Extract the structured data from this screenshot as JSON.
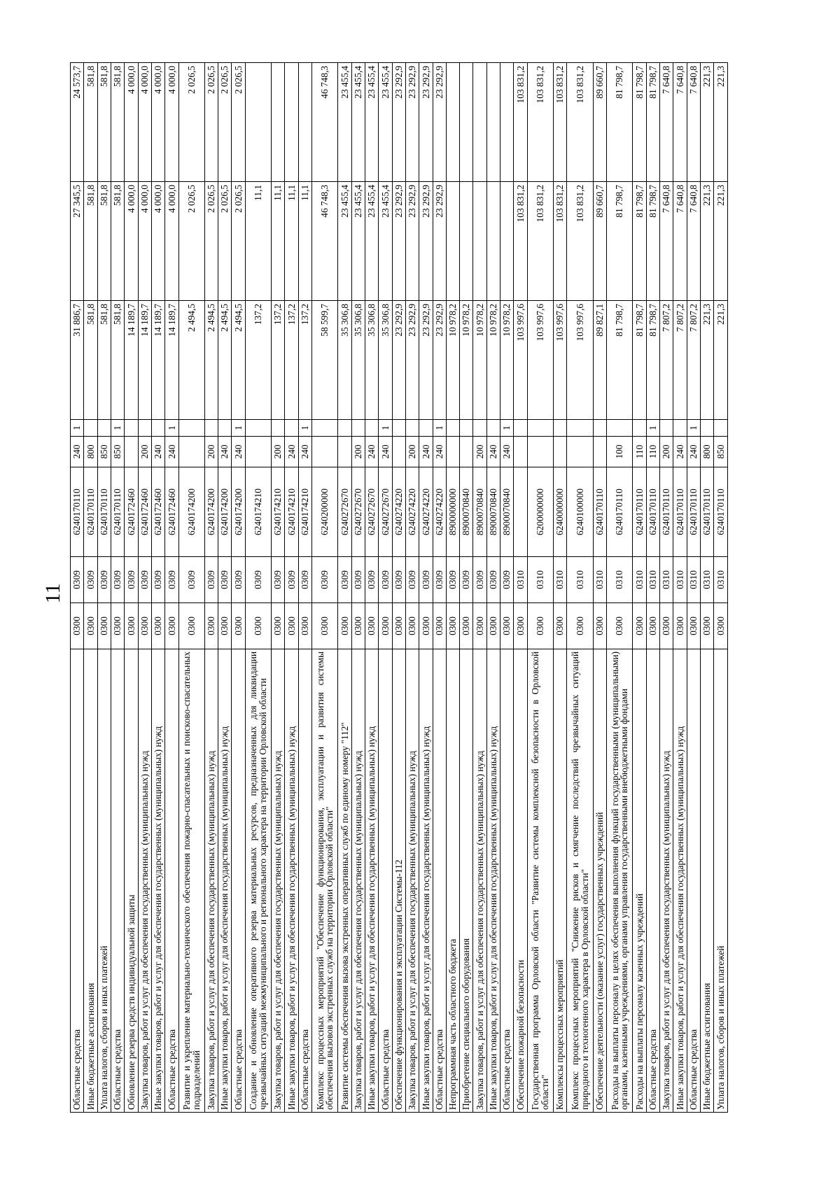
{
  "page_number": "11",
  "rows": [
    {
      "name": "Областные средства",
      "sec": "0300",
      "sub": "0309",
      "csr": "6240170110",
      "vr": "240",
      "mark": "1",
      "v1": "31 886,7",
      "v2": "27 345,5",
      "v3": "24 573,7"
    },
    {
      "name": "Иные бюджетные ассигнования",
      "sec": "0300",
      "sub": "0309",
      "csr": "6240170110",
      "vr": "800",
      "mark": "",
      "v1": "581,8",
      "v2": "581,8",
      "v3": "581,8"
    },
    {
      "name": "Уплата налогов, сборов и иных платежей",
      "sec": "0300",
      "sub": "0309",
      "csr": "6240170110",
      "vr": "850",
      "mark": "",
      "v1": "581,8",
      "v2": "581,8",
      "v3": "581,8"
    },
    {
      "name": "Областные средства",
      "sec": "0300",
      "sub": "0309",
      "csr": "6240170110",
      "vr": "850",
      "mark": "1",
      "v1": "581,8",
      "v2": "581,8",
      "v3": "581,8"
    },
    {
      "name": "Обновление резерва средств индивидуальной защиты",
      "sec": "0300",
      "sub": "0309",
      "csr": "6240172460",
      "vr": "",
      "mark": "",
      "v1": "14 189,7",
      "v2": "4 000,0",
      "v3": "4 000,0"
    },
    {
      "name": "Закупка товаров, работ и услуг для обеспечения государственных (муниципальных) нужд",
      "sec": "0300",
      "sub": "0309",
      "csr": "6240172460",
      "vr": "200",
      "mark": "",
      "v1": "14 189,7",
      "v2": "4 000,0",
      "v3": "4 000,0"
    },
    {
      "name": "Иные закупки товаров, работ и услуг для обеспечения государственных (муниципальных) нужд",
      "sec": "0300",
      "sub": "0309",
      "csr": "6240172460",
      "vr": "240",
      "mark": "",
      "v1": "14 189,7",
      "v2": "4 000,0",
      "v3": "4 000,0"
    },
    {
      "name": "Областные средства",
      "sec": "0300",
      "sub": "0309",
      "csr": "6240172460",
      "vr": "240",
      "mark": "1",
      "v1": "14 189,7",
      "v2": "4 000,0",
      "v3": "4 000,0"
    },
    {
      "name": "Развитие и укрепление материально-технического обеспечения пожарно-спасательных и поисково-спасательных подразделений",
      "sec": "0300",
      "sub": "0309",
      "csr": "6240174200",
      "vr": "",
      "mark": "",
      "v1": "2 494,5",
      "v2": "2 026,5",
      "v3": "2 026,5"
    },
    {
      "name": "Закупка товаров, работ и услуг для обеспечения государственных (муниципальных) нужд",
      "sec": "0300",
      "sub": "0309",
      "csr": "6240174200",
      "vr": "200",
      "mark": "",
      "v1": "2 494,5",
      "v2": "2 026,5",
      "v3": "2 026,5"
    },
    {
      "name": "Иные закупки товаров, работ и услуг для обеспечения государственных (муниципальных) нужд",
      "sec": "0300",
      "sub": "0309",
      "csr": "6240174200",
      "vr": "240",
      "mark": "",
      "v1": "2 494,5",
      "v2": "2 026,5",
      "v3": "2 026,5"
    },
    {
      "name": "Областные средства",
      "sec": "0300",
      "sub": "0309",
      "csr": "6240174200",
      "vr": "240",
      "mark": "1",
      "v1": "2 494,5",
      "v2": "2 026,5",
      "v3": "2 026,5"
    },
    {
      "name": "Создание и обновление оперативного резерва материальных ресурсов, предназначенных для ликвидации чрезвычайных ситуаций межмуниципального и регионального характера на территории Орловской области",
      "sec": "0300",
      "sub": "0309",
      "csr": "6240174210",
      "vr": "",
      "mark": "",
      "v1": "137,2",
      "v2": "11,1",
      "v3": ""
    },
    {
      "name": "Закупка товаров, работ и услуг для обеспечения государственных (муниципальных) нужд",
      "sec": "0300",
      "sub": "0309",
      "csr": "6240174210",
      "vr": "200",
      "mark": "",
      "v1": "137,2",
      "v2": "11,1",
      "v3": ""
    },
    {
      "name": "Иные закупки товаров, работ и услуг для обеспечения государственных (муниципальных) нужд",
      "sec": "0300",
      "sub": "0309",
      "csr": "6240174210",
      "vr": "240",
      "mark": "",
      "v1": "137,2",
      "v2": "11,1",
      "v3": ""
    },
    {
      "name": "Областные средства",
      "sec": "0300",
      "sub": "0309",
      "csr": "6240174210",
      "vr": "240",
      "mark": "1",
      "v1": "137,2",
      "v2": "11,1",
      "v3": ""
    },
    {
      "name": "Комплекс процессных мероприятий \"Обеспечение функционирования, эксплуатации и развития системы обеспечения вызовов экстренных служб на территории Орловской области\"",
      "sec": "0300",
      "sub": "0309",
      "csr": "6240200000",
      "vr": "",
      "mark": "",
      "v1": "58 599,7",
      "v2": "46 748,3",
      "v3": "46 748,3"
    },
    {
      "name": "Развитие системы обеспечения вызова экстренных оперативных служб по единому номеру \"112\"",
      "sec": "0300",
      "sub": "0309",
      "csr": "6240272670",
      "vr": "",
      "mark": "",
      "v1": "35 306,8",
      "v2": "23 455,4",
      "v3": "23 455,4"
    },
    {
      "name": "Закупка товаров, работ и услуг для обеспечения государственных (муниципальных) нужд",
      "sec": "0300",
      "sub": "0309",
      "csr": "6240272670",
      "vr": "200",
      "mark": "",
      "v1": "35 306,8",
      "v2": "23 455,4",
      "v3": "23 455,4"
    },
    {
      "name": "Иные закупки товаров, работ и услуг для обеспечения государственных (муниципальных) нужд",
      "sec": "0300",
      "sub": "0309",
      "csr": "6240272670",
      "vr": "240",
      "mark": "",
      "v1": "35 306,8",
      "v2": "23 455,4",
      "v3": "23 455,4"
    },
    {
      "name": "Областные средства",
      "sec": "0300",
      "sub": "0309",
      "csr": "6240272670",
      "vr": "240",
      "mark": "1",
      "v1": "35 306,8",
      "v2": "23 455,4",
      "v3": "23 455,4"
    },
    {
      "name": "Обеспечение функционирования и эксплуатации Системы-112",
      "sec": "0300",
      "sub": "0309",
      "csr": "6240274220",
      "vr": "",
      "mark": "",
      "v1": "23 292,9",
      "v2": "23 292,9",
      "v3": "23 292,9"
    },
    {
      "name": "Закупка товаров, работ и услуг для обеспечения государственных (муниципальных) нужд",
      "sec": "0300",
      "sub": "0309",
      "csr": "6240274220",
      "vr": "200",
      "mark": "",
      "v1": "23 292,9",
      "v2": "23 292,9",
      "v3": "23 292,9"
    },
    {
      "name": "Иные закупки товаров, работ и услуг для обеспечения государственных (муниципальных) нужд",
      "sec": "0300",
      "sub": "0309",
      "csr": "6240274220",
      "vr": "240",
      "mark": "",
      "v1": "23 292,9",
      "v2": "23 292,9",
      "v3": "23 292,9"
    },
    {
      "name": "Областные средства",
      "sec": "0300",
      "sub": "0309",
      "csr": "6240274220",
      "vr": "240",
      "mark": "1",
      "v1": "23 292,9",
      "v2": "23 292,9",
      "v3": "23 292,9"
    },
    {
      "name": "Непрограммная часть областного бюджета",
      "sec": "0300",
      "sub": "0309",
      "csr": "8900000000",
      "vr": "",
      "mark": "",
      "v1": "10 978,2",
      "v2": "",
      "v3": ""
    },
    {
      "name": "Приобретение специального оборудования",
      "sec": "0300",
      "sub": "0309",
      "csr": "8900070840",
      "vr": "",
      "mark": "",
      "v1": "10 978,2",
      "v2": "",
      "v3": ""
    },
    {
      "name": "Закупка товаров, работ и услуг для обеспечения государственных (муниципальных) нужд",
      "sec": "0300",
      "sub": "0309",
      "csr": "8900070840",
      "vr": "200",
      "mark": "",
      "v1": "10 978,2",
      "v2": "",
      "v3": ""
    },
    {
      "name": "Иные закупки товаров, работ и услуг для обеспечения государственных (муниципальных) нужд",
      "sec": "0300",
      "sub": "0309",
      "csr": "8900070840",
      "vr": "240",
      "mark": "",
      "v1": "10 978,2",
      "v2": "",
      "v3": ""
    },
    {
      "name": "Областные средства",
      "sec": "0300",
      "sub": "0309",
      "csr": "8900070840",
      "vr": "240",
      "mark": "1",
      "v1": "10 978,2",
      "v2": "",
      "v3": ""
    },
    {
      "name": "Обеспечение пожарной безопасности",
      "sec": "0300",
      "sub": "0310",
      "csr": "",
      "vr": "",
      "mark": "",
      "v1": "103 997,6",
      "v2": "103 831,2",
      "v3": "103 831,2"
    },
    {
      "name": "Государственная программа Орловской области \"Развитие системы комплексной безопасности в Орловской области\"",
      "sec": "0300",
      "sub": "0310",
      "csr": "6200000000",
      "vr": "",
      "mark": "",
      "v1": "103 997,6",
      "v2": "103 831,2",
      "v3": "103 831,2"
    },
    {
      "name": "Комплексы процессных мероприятий",
      "sec": "0300",
      "sub": "0310",
      "csr": "6240000000",
      "vr": "",
      "mark": "",
      "v1": "103 997,6",
      "v2": "103 831,2",
      "v3": "103 831,2"
    },
    {
      "name": "Комплекс процессных мероприятий \"Снижение рисков и смягчение последствий чрезвычайных ситуаций природного и техногенного характера в Орловской области\"",
      "sec": "0300",
      "sub": "0310",
      "csr": "6240100000",
      "vr": "",
      "mark": "",
      "v1": "103 997,6",
      "v2": "103 831,2",
      "v3": "103 831,2"
    },
    {
      "name": "Обеспечение деятельности (оказание услуг) государственных учреждений",
      "sec": "0300",
      "sub": "0310",
      "csr": "6240170110",
      "vr": "",
      "mark": "",
      "v1": "89 827,1",
      "v2": "89 660,7",
      "v3": "89 660,7"
    },
    {
      "name": "Расходы на выплаты персоналу в целях обеспечения выполнения функций государственными (муниципальными) органами, казенными учреждениями, органами управления государственными внебюджетными фондами",
      "sec": "0300",
      "sub": "0310",
      "csr": "6240170110",
      "vr": "100",
      "mark": "",
      "v1": "81 798,7",
      "v2": "81 798,7",
      "v3": "81 798,7"
    },
    {
      "name": "Расходы на выплаты персоналу казенных учреждений",
      "sec": "0300",
      "sub": "0310",
      "csr": "6240170110",
      "vr": "110",
      "mark": "",
      "v1": "81 798,7",
      "v2": "81 798,7",
      "v3": "81 798,7"
    },
    {
      "name": "Областные средства",
      "sec": "0300",
      "sub": "0310",
      "csr": "6240170110",
      "vr": "110",
      "mark": "1",
      "v1": "81 798,7",
      "v2": "81 798,7",
      "v3": "81 798,7"
    },
    {
      "name": "Закупка товаров, работ и услуг для обеспечения государственных (муниципальных) нужд",
      "sec": "0300",
      "sub": "0310",
      "csr": "6240170110",
      "vr": "200",
      "mark": "",
      "v1": "7 807,2",
      "v2": "7 640,8",
      "v3": "7 640,8"
    },
    {
      "name": "Иные закупки товаров, работ и услуг для обеспечения государственных (муниципальных) нужд",
      "sec": "0300",
      "sub": "0310",
      "csr": "6240170110",
      "vr": "240",
      "mark": "",
      "v1": "7 807,2",
      "v2": "7 640,8",
      "v3": "7 640,8"
    },
    {
      "name": "Областные средства",
      "sec": "0300",
      "sub": "0310",
      "csr": "6240170110",
      "vr": "240",
      "mark": "1",
      "v1": "7 807,2",
      "v2": "7 640,8",
      "v3": "7 640,8"
    },
    {
      "name": "Иные бюджетные ассигнования",
      "sec": "0300",
      "sub": "0310",
      "csr": "6240170110",
      "vr": "800",
      "mark": "",
      "v1": "221,3",
      "v2": "221,3",
      "v3": "221,3"
    },
    {
      "name": "Уплата налогов, сборов и иных платежей",
      "sec": "0300",
      "sub": "0310",
      "csr": "6240170110",
      "vr": "850",
      "mark": "",
      "v1": "221,3",
      "v2": "221,3",
      "v3": "221,3"
    }
  ]
}
